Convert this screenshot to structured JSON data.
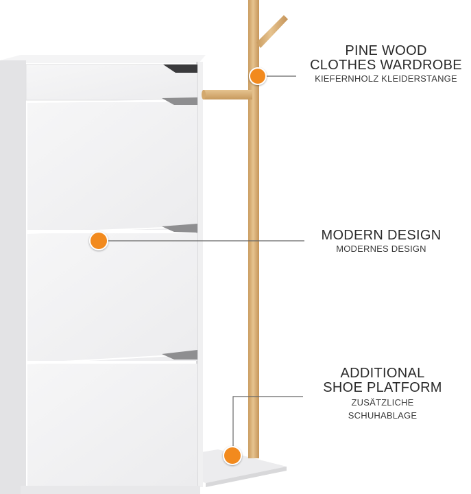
{
  "callouts": {
    "pine_wood": {
      "title_line1": "PINE WOOD",
      "title_line2": "CLOTHES WARDROBE",
      "subtitle": "KIEFERNHOLZ KLEIDERSTANGE"
    },
    "modern_design": {
      "title": "MODERN DESIGN",
      "subtitle": "MODERNES DESIGN"
    },
    "shoe_platform": {
      "title_line1": "ADDITIONAL",
      "title_line2": "SHOE PLATFORM",
      "subtitle_line1": "ZUSÄTZLICHE",
      "subtitle_line2": "SCHUHABLAGE"
    }
  },
  "colors": {
    "marker": "#f28a1e",
    "wood": "#dcb47f",
    "cabinet": "#f2f2f3",
    "leader_line": "#555555"
  }
}
